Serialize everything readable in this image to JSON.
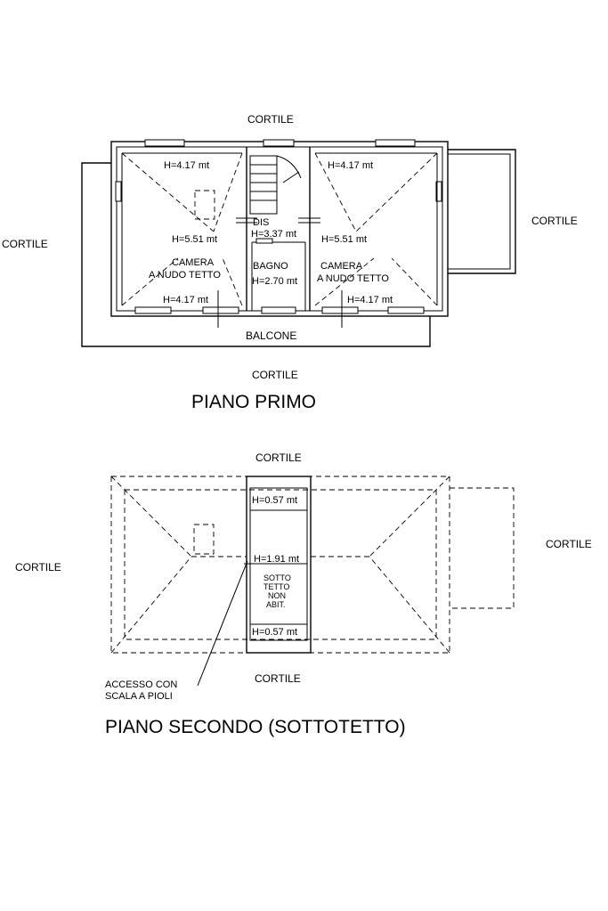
{
  "first_floor": {
    "title": "PIANO PRIMO",
    "cortile_top": "CORTILE",
    "cortile_left": "CORTILE",
    "cortile_right": "CORTILE",
    "cortile_bottom": "CORTILE",
    "balcony": "BALCONE",
    "left_room": {
      "h_top": "H=4.17 mt",
      "h_mid": "H=5.51 mt",
      "h_bottom": "H=4.17 mt",
      "name_line1": "CAMERA",
      "name_line2": "A NUDO TETTO"
    },
    "right_room": {
      "h_top": "H=4.17 mt",
      "h_mid": "H=5.51 mt",
      "h_bottom": "H=4.17 mt",
      "name_line1": "CAMERA",
      "name_line2": "A NUDO TETTO"
    },
    "landing": "DIS",
    "landing_h": "H=3.37 mt",
    "bath": "BAGNO",
    "bath_h": "H=2.70 mt"
  },
  "second_floor": {
    "title": "PIANO SECONDO (SOTTOTETTO)",
    "cortile_top": "CORTILE",
    "cortile_left": "CORTILE",
    "cortile_right": "CORTILE",
    "cortile_bottom": "CORTILE",
    "h_top": "H=0.57 mt",
    "h_mid": "H=1.91 mt",
    "h_bottom": "H=0.57 mt",
    "attic_line1": "SOTTO",
    "attic_line2": "TETTO",
    "attic_line3": "NON",
    "attic_line4": "ABIT.",
    "access_line1": "ACCESSO CON",
    "access_line2": "SCALA A PIOLI"
  }
}
